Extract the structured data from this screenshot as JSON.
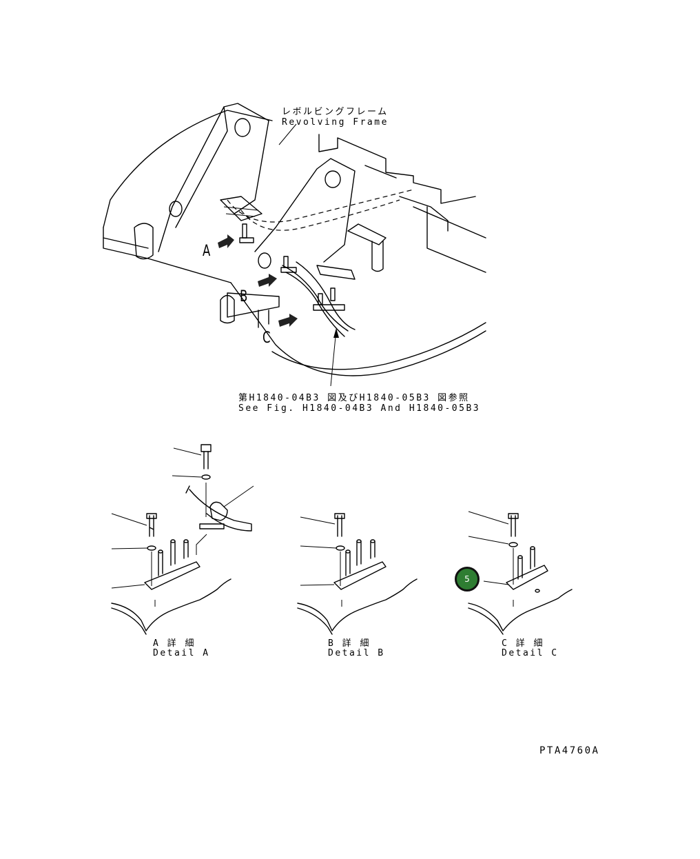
{
  "main_view": {
    "frame_label_jp": "レボルビングフレーム",
    "frame_label_en": "Revolving Frame",
    "marker_a": "A",
    "marker_b": "B",
    "marker_c": "C",
    "reference_jp": "第H1840-04B3 図及びH1840-05B3 図参照",
    "reference_en": "See Fig. H1840-04B3 And H1840-05B3"
  },
  "details": [
    {
      "title_jp": "A 詳 細",
      "title_en": "Detail A"
    },
    {
      "title_jp": "B 詳 細",
      "title_en": "Detail B"
    },
    {
      "title_jp": "C 詳 細",
      "title_en": "Detail C"
    }
  ],
  "callouts": [
    {
      "number": "5",
      "color": "#2e7d32"
    }
  ],
  "drawing_id": "PTA4760A"
}
